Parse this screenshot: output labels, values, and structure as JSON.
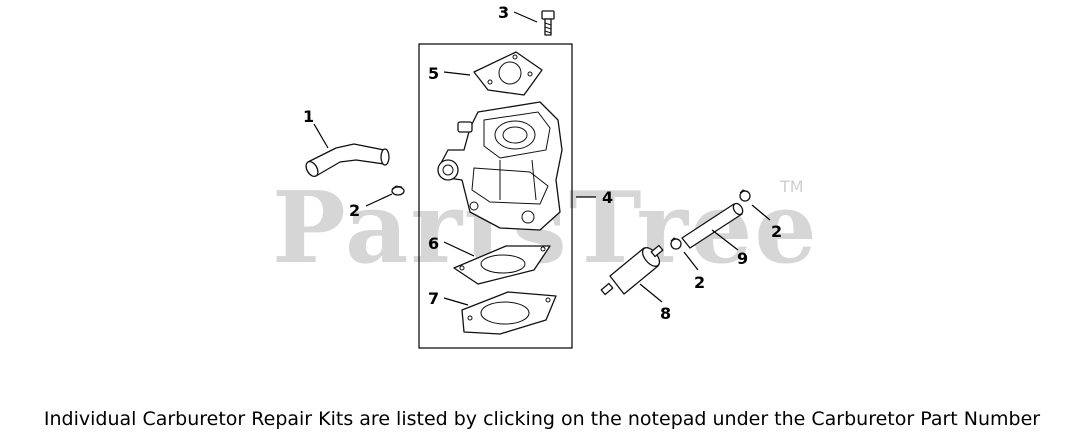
{
  "watermark": {
    "text": "PartsTree",
    "trademark": "TM"
  },
  "callouts": {
    "c1": "1",
    "c2a": "2",
    "c2b": "2",
    "c2c": "2",
    "c3": "3",
    "c4": "4",
    "c5": "5",
    "c6": "6",
    "c7": "7",
    "c8": "8",
    "c9": "9"
  },
  "caption": "Individual Carburetor Repair Kits are listed by clicking on the notepad under the Carburetor Part Number"
}
